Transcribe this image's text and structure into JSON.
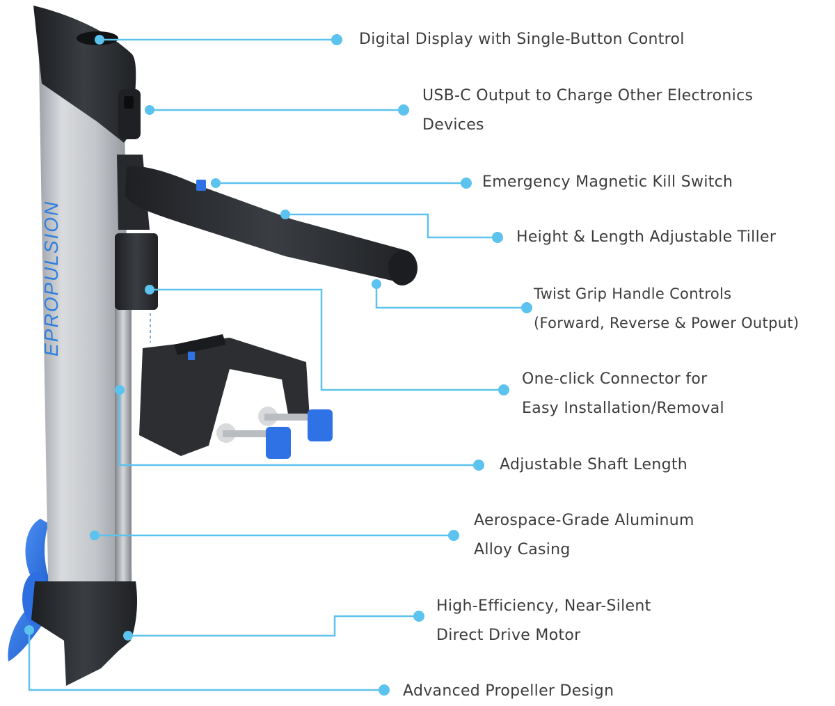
{
  "diagram": {
    "brand_text": "EPROPULSION",
    "colors": {
      "leader_line": "#5cc2ee",
      "dot": "#5cc2ee",
      "label_text": "#3c3c3c",
      "brand_blue": "#2f7fe0",
      "accent_blue": "#2e72e6",
      "body_dark": "#2b2d31",
      "casing_silver": "#c2c5ca"
    },
    "callouts": [
      {
        "id": "digital-display",
        "lines": [
          "Digital Display with Single-Button Control"
        ]
      },
      {
        "id": "usb-c-output",
        "lines": [
          "USB-C Output to Charge Other Electronics",
          "Devices"
        ]
      },
      {
        "id": "kill-switch",
        "lines": [
          "Emergency Magnetic Kill Switch"
        ]
      },
      {
        "id": "adjustable-tiller",
        "lines": [
          "Height & Length Adjustable Tiller"
        ]
      },
      {
        "id": "twist-grip",
        "lines": [
          "Twist Grip Handle Controls",
          "(Forward, Reverse & Power Output)"
        ]
      },
      {
        "id": "one-click-connector",
        "lines": [
          "One-click Connector for",
          "Easy Installation/Removal"
        ]
      },
      {
        "id": "shaft-length",
        "lines": [
          "Adjustable Shaft Length"
        ]
      },
      {
        "id": "aluminum-casing",
        "lines": [
          "Aerospace-Grade Aluminum",
          "Alloy Casing"
        ]
      },
      {
        "id": "drive-motor",
        "lines": [
          "High-Efficiency, Near-Silent",
          "Direct Drive Motor"
        ]
      },
      {
        "id": "propeller",
        "lines": [
          "Advanced Propeller Design"
        ]
      }
    ]
  }
}
